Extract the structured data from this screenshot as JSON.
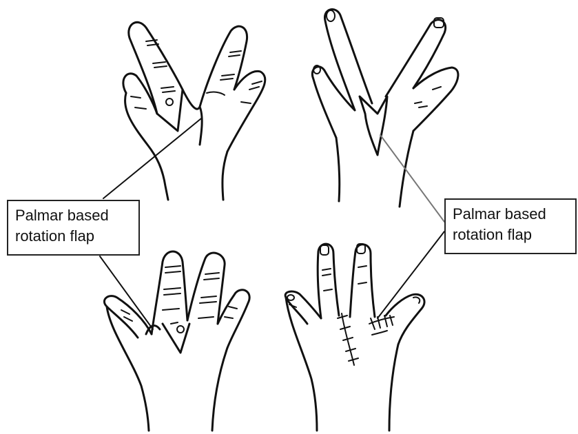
{
  "labels": {
    "left": {
      "line1": "Palmar based",
      "line2": "rotation flap"
    },
    "right": {
      "line1": "Palmar based",
      "line2": "rotation flap"
    }
  },
  "colors": {
    "stroke": "#111111",
    "background": "#ffffff",
    "box_border": "#222222"
  },
  "panels": [
    {
      "name": "top-left-hand",
      "view": "palmar, fingers spread, web space defect"
    },
    {
      "name": "top-right-hand",
      "view": "dorsal, fingers spread, flap raised"
    },
    {
      "name": "bottom-left-hand",
      "view": "palmar, flap rotated into web space"
    },
    {
      "name": "bottom-right-hand",
      "view": "dorsal, sutured closure"
    }
  ]
}
